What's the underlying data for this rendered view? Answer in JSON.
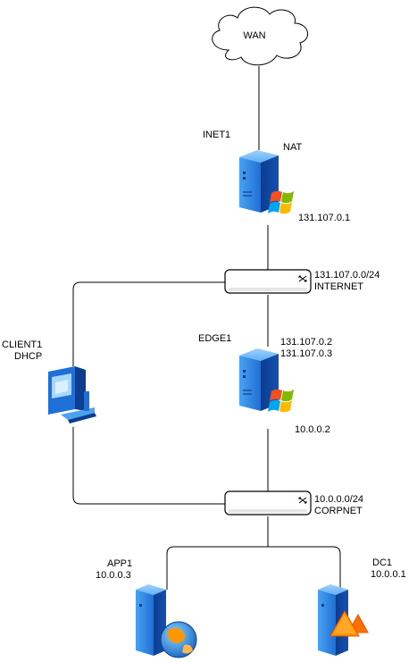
{
  "wan": {
    "label": "WAN"
  },
  "inet1": {
    "name": "INET1",
    "role": "NAT",
    "ip": "131.107.0.1"
  },
  "internet_switch": {
    "subnet": "131.107.0.0/24",
    "name": "INTERNET"
  },
  "client1": {
    "name": "CLIENT1",
    "role": "DHCP"
  },
  "edge1": {
    "name": "EDGE1",
    "ip1": "131.107.0.2",
    "ip2": "131.107.0.3",
    "ip3": "10.0.0.2"
  },
  "corpnet_switch": {
    "subnet": "10.0.0.0/24",
    "name": "CORPNET"
  },
  "app1": {
    "name": "APP1",
    "ip": "10.0.0.3"
  },
  "dc1": {
    "name": "DC1",
    "ip": "10.0.0.1"
  },
  "colors": {
    "server_blue": "#1e6fd6",
    "server_dark": "#0b3d91",
    "line": "#000000",
    "switch_fill": "#ffffff"
  },
  "icons": {
    "wan": "cloud-icon",
    "server": "windows-server-icon",
    "client": "workstation-icon",
    "switch": "network-switch-icon",
    "app_server": "web-server-icon",
    "dc_server": "domain-controller-icon"
  }
}
